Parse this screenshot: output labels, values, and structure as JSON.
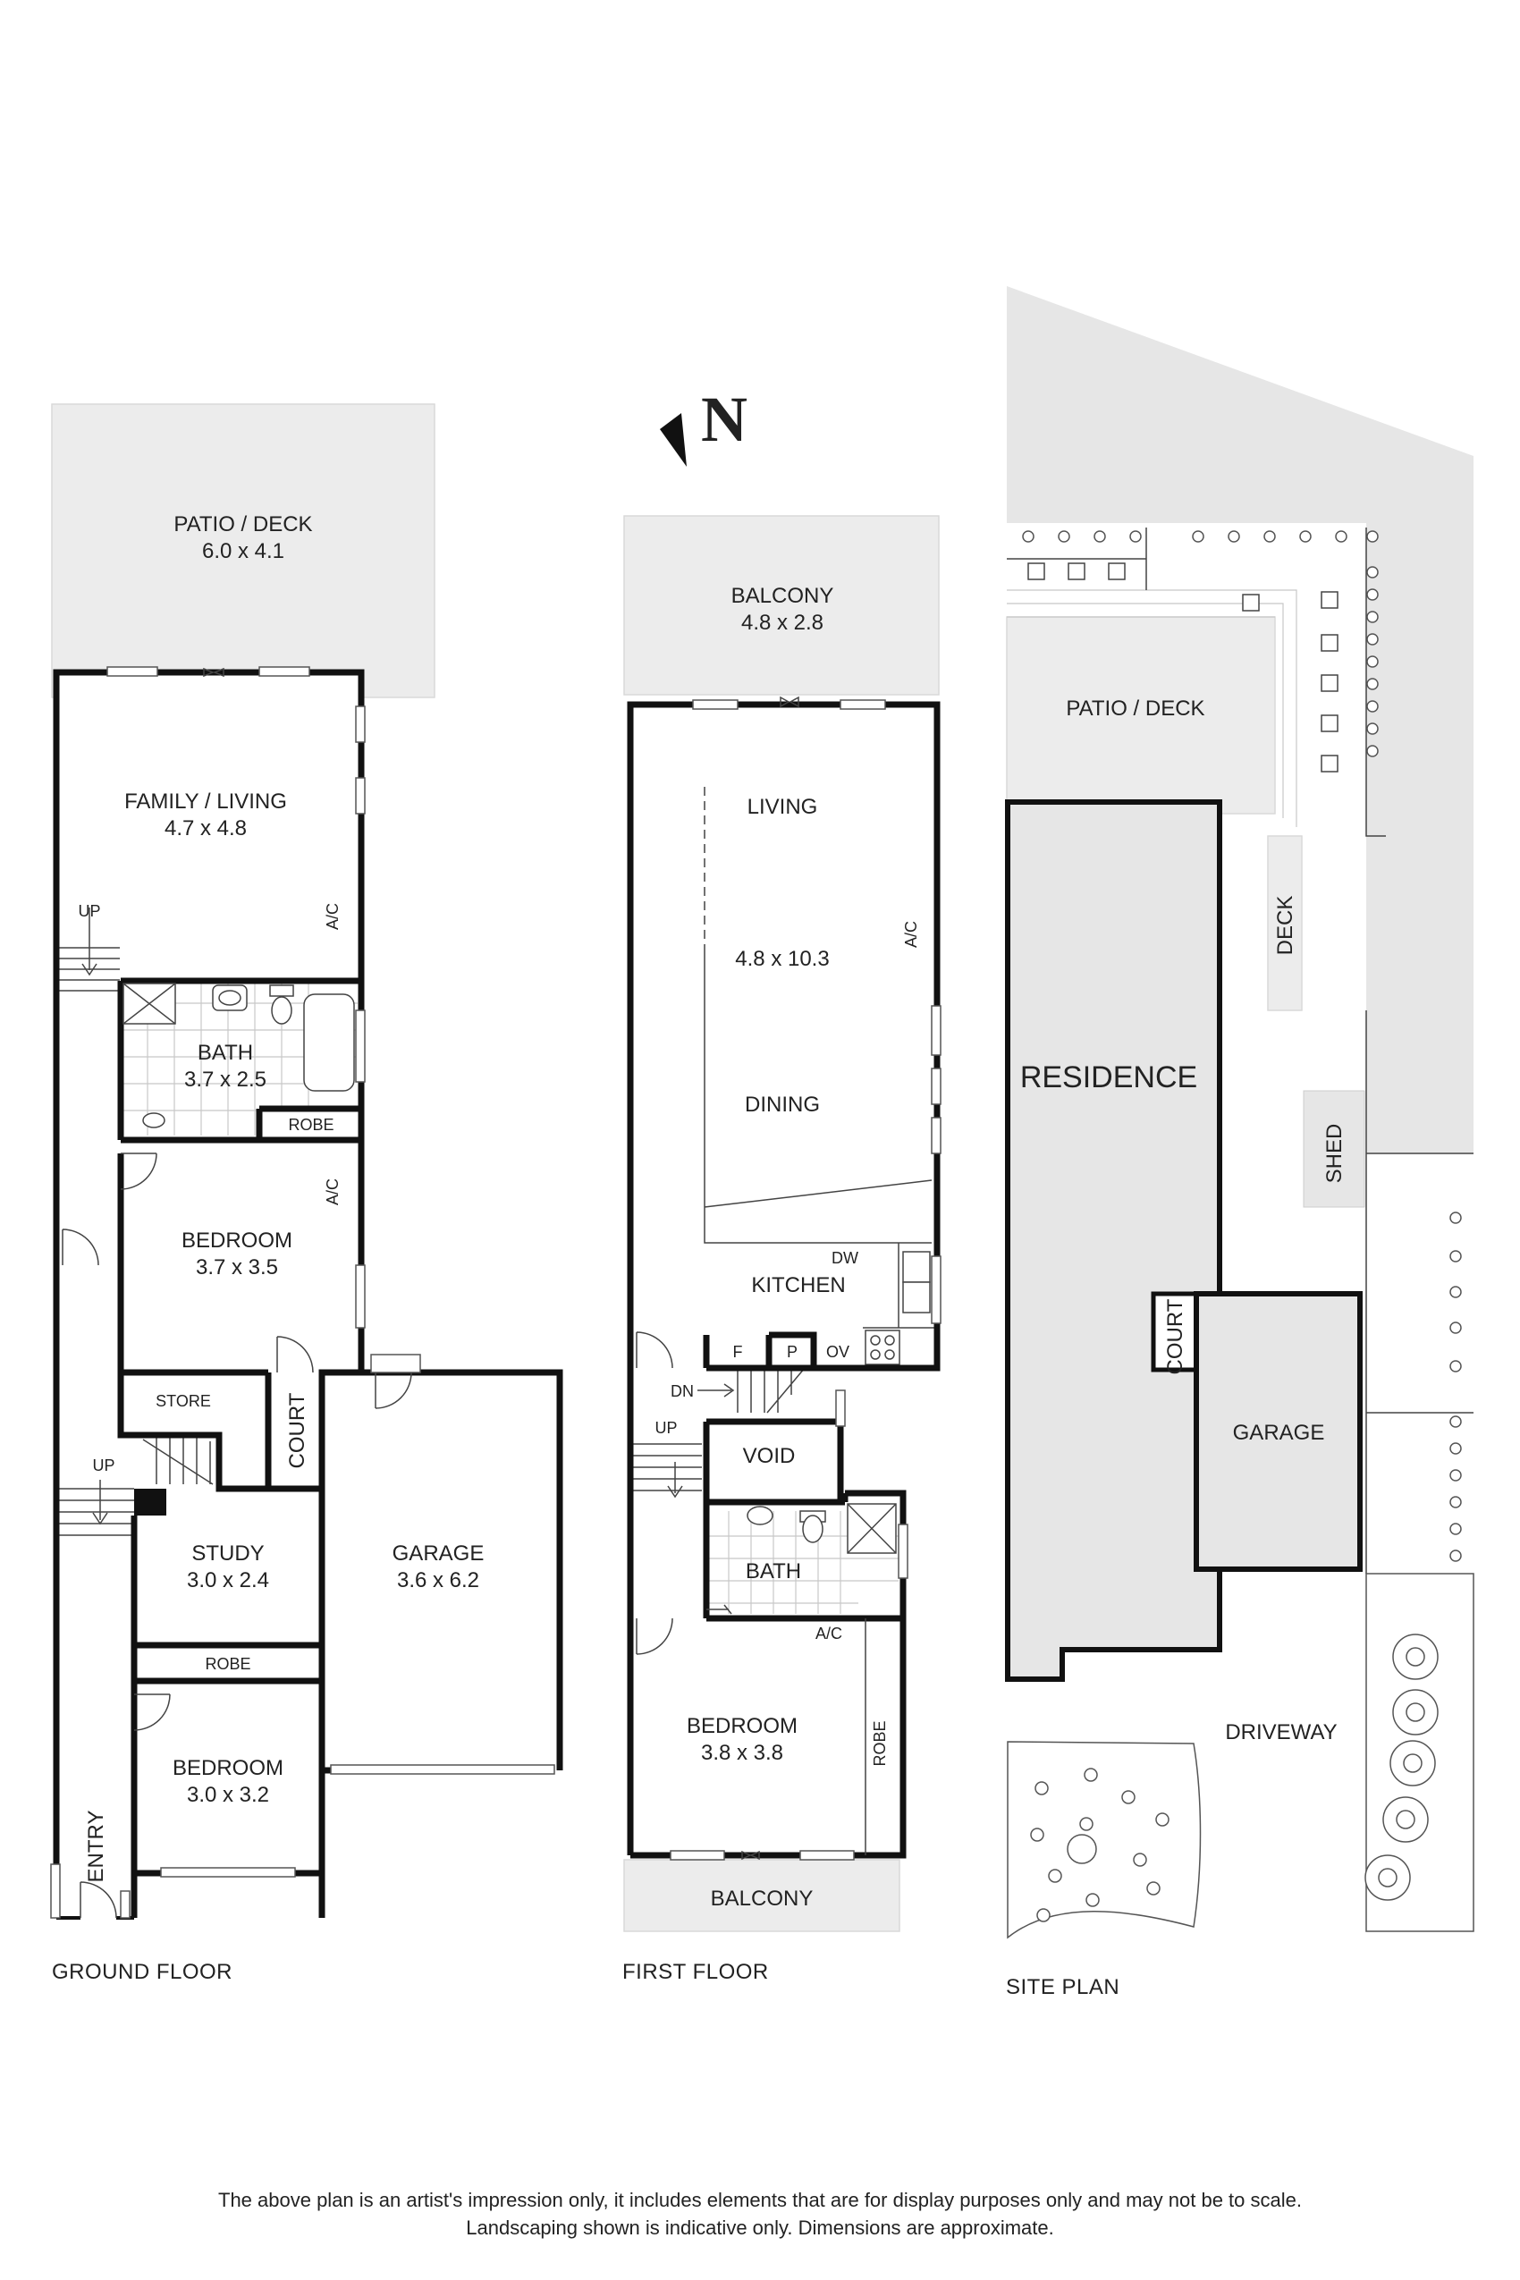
{
  "compass": {
    "label": "N"
  },
  "ground_floor": {
    "caption": "GROUND FLOOR",
    "rooms": {
      "patio": {
        "name": "PATIO / DECK",
        "size": "6.0 x 4.1"
      },
      "family": {
        "name": "FAMILY / LIVING",
        "size": "4.7 x 4.8"
      },
      "bath": {
        "name": "BATH",
        "size": "3.7 x 2.5"
      },
      "robe1": {
        "name": "ROBE"
      },
      "bedroom1": {
        "name": "BEDROOM",
        "size": "3.7 x 3.5"
      },
      "store": {
        "name": "STORE"
      },
      "court": {
        "name": "COURT"
      },
      "study": {
        "name": "STUDY",
        "size": "3.0 x 2.4"
      },
      "robe2": {
        "name": "ROBE"
      },
      "bedroom2": {
        "name": "BEDROOM",
        "size": "3.0 x 3.2"
      },
      "garage": {
        "name": "GARAGE",
        "size": "3.6 x 6.2"
      },
      "entry": {
        "name": "ENTRY"
      }
    },
    "labels": {
      "up1": "UP",
      "up2": "UP",
      "ac1": "A/C",
      "ac2": "A/C"
    }
  },
  "first_floor": {
    "caption": "FIRST  FLOOR",
    "rooms": {
      "balcony_top": {
        "name": "BALCONY",
        "size": "4.8 x 2.8"
      },
      "living": {
        "name": "LIVING"
      },
      "living_size": {
        "size": "4.8 x 10.3"
      },
      "dining": {
        "name": "DINING"
      },
      "kitchen": {
        "name": "KITCHEN"
      },
      "void": {
        "name": "VOID"
      },
      "bath": {
        "name": "BATH"
      },
      "bedroom": {
        "name": "BEDROOM",
        "size": "3.8 x 3.8"
      },
      "robe": {
        "name": "ROBE"
      },
      "balcony_bottom": {
        "name": "BALCONY"
      }
    },
    "labels": {
      "ac1": "A/C",
      "ac2": "A/C",
      "dw": "DW",
      "f": "F",
      "p": "P",
      "ov": "OV",
      "dn": "DN",
      "up": "UP"
    }
  },
  "site_plan": {
    "caption": "SITE PLAN",
    "labels": {
      "patio": "PATIO / DECK",
      "deck": "DECK",
      "residence": "RESIDENCE",
      "shed": "SHED",
      "court": "COURT",
      "garage": "GARAGE",
      "driveway": "DRIVEWAY"
    }
  },
  "disclaimer": {
    "line1": "The above plan is an artist's impression only, it includes elements that are for display purposes only and may not be to scale.",
    "line2": "Landscaping shown is indicative only. Dimensions are approximate."
  }
}
